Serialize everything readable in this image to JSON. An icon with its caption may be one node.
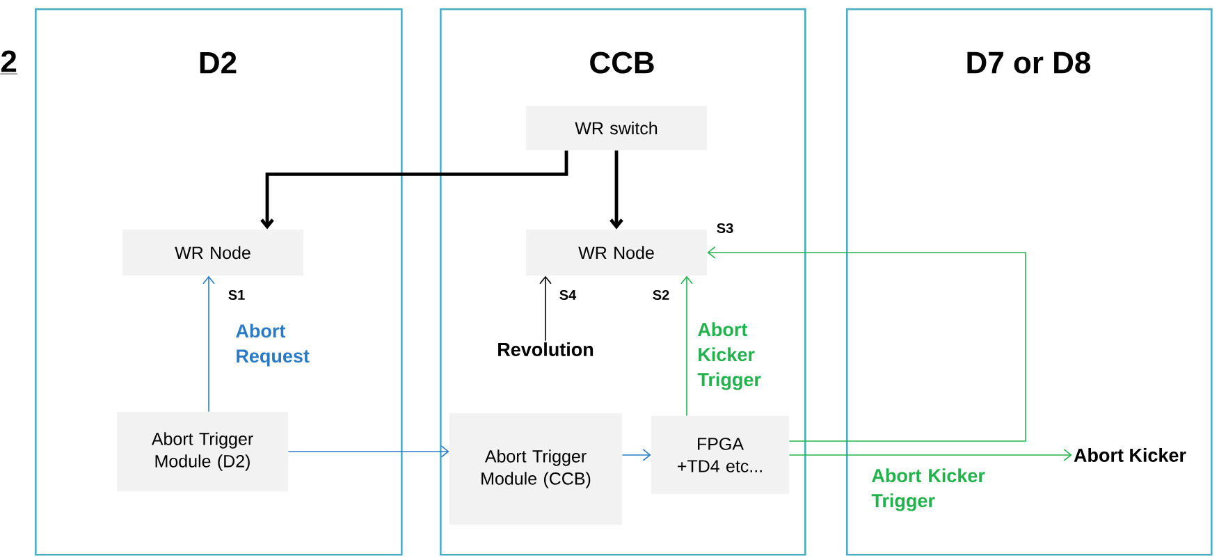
{
  "diagram": {
    "nodes": [
      {
        "text": [
          "D2"
        ]
      },
      {
        "text": [
          "CCB"
        ]
      },
      {
        "text": [
          "D7 or D8"
        ]
      },
      {
        "text": [
          "WR Node"
        ],
        "in": 0
      },
      {
        "text": [
          "Abort Trigger Module (D2)"
        ],
        "in": 0
      },
      {
        "text": [
          "WR switch"
        ],
        "in": 1
      },
      {
        "text": [
          "WR Node"
        ],
        "in": 1
      },
      {
        "text": [
          "Revolution"
        ],
        "in": 1
      },
      {
        "text": [
          "Abort Trigger Module (CCB)"
        ],
        "in": 1
      },
      {
        "text": [
          "FPGA +TD4 etc..."
        ],
        "in": 1
      },
      {
        "text": [
          "Abort Kicker"
        ],
        "in": 2
      }
    ],
    "edges": [
      {
        "from": 5,
        "to": 3,
        "arrow": "to",
        "style": "thick"
      },
      {
        "from": 5,
        "to": 6,
        "arrow": "to",
        "style": "thick"
      },
      {
        "from": 4,
        "to": 3,
        "arrow": "to",
        "label": "Abort Request",
        "color": "#2a7ac6"
      },
      {
        "from": 4,
        "to": 8,
        "arrow": "to",
        "color": "#2a7ac6"
      },
      {
        "from": 8,
        "to": 9,
        "arrow": "to",
        "color": "#2a7ac6"
      },
      {
        "from": 7,
        "to": 6,
        "arrow": "to"
      },
      {
        "from": 9,
        "to": 6,
        "arrow": "to",
        "label": "Abort Kicker Trigger",
        "color": "#22b24c"
      },
      {
        "from": 9,
        "to": 6,
        "arrow": "to",
        "color": "#22b24c"
      },
      {
        "from": 9,
        "to": 10,
        "arrow": "to",
        "label": "Abort Kicker Trigger",
        "color": "#22b24c"
      }
    ],
    "labels": [
      "2",
      "S3",
      "S1",
      "S4",
      "S2"
    ]
  }
}
